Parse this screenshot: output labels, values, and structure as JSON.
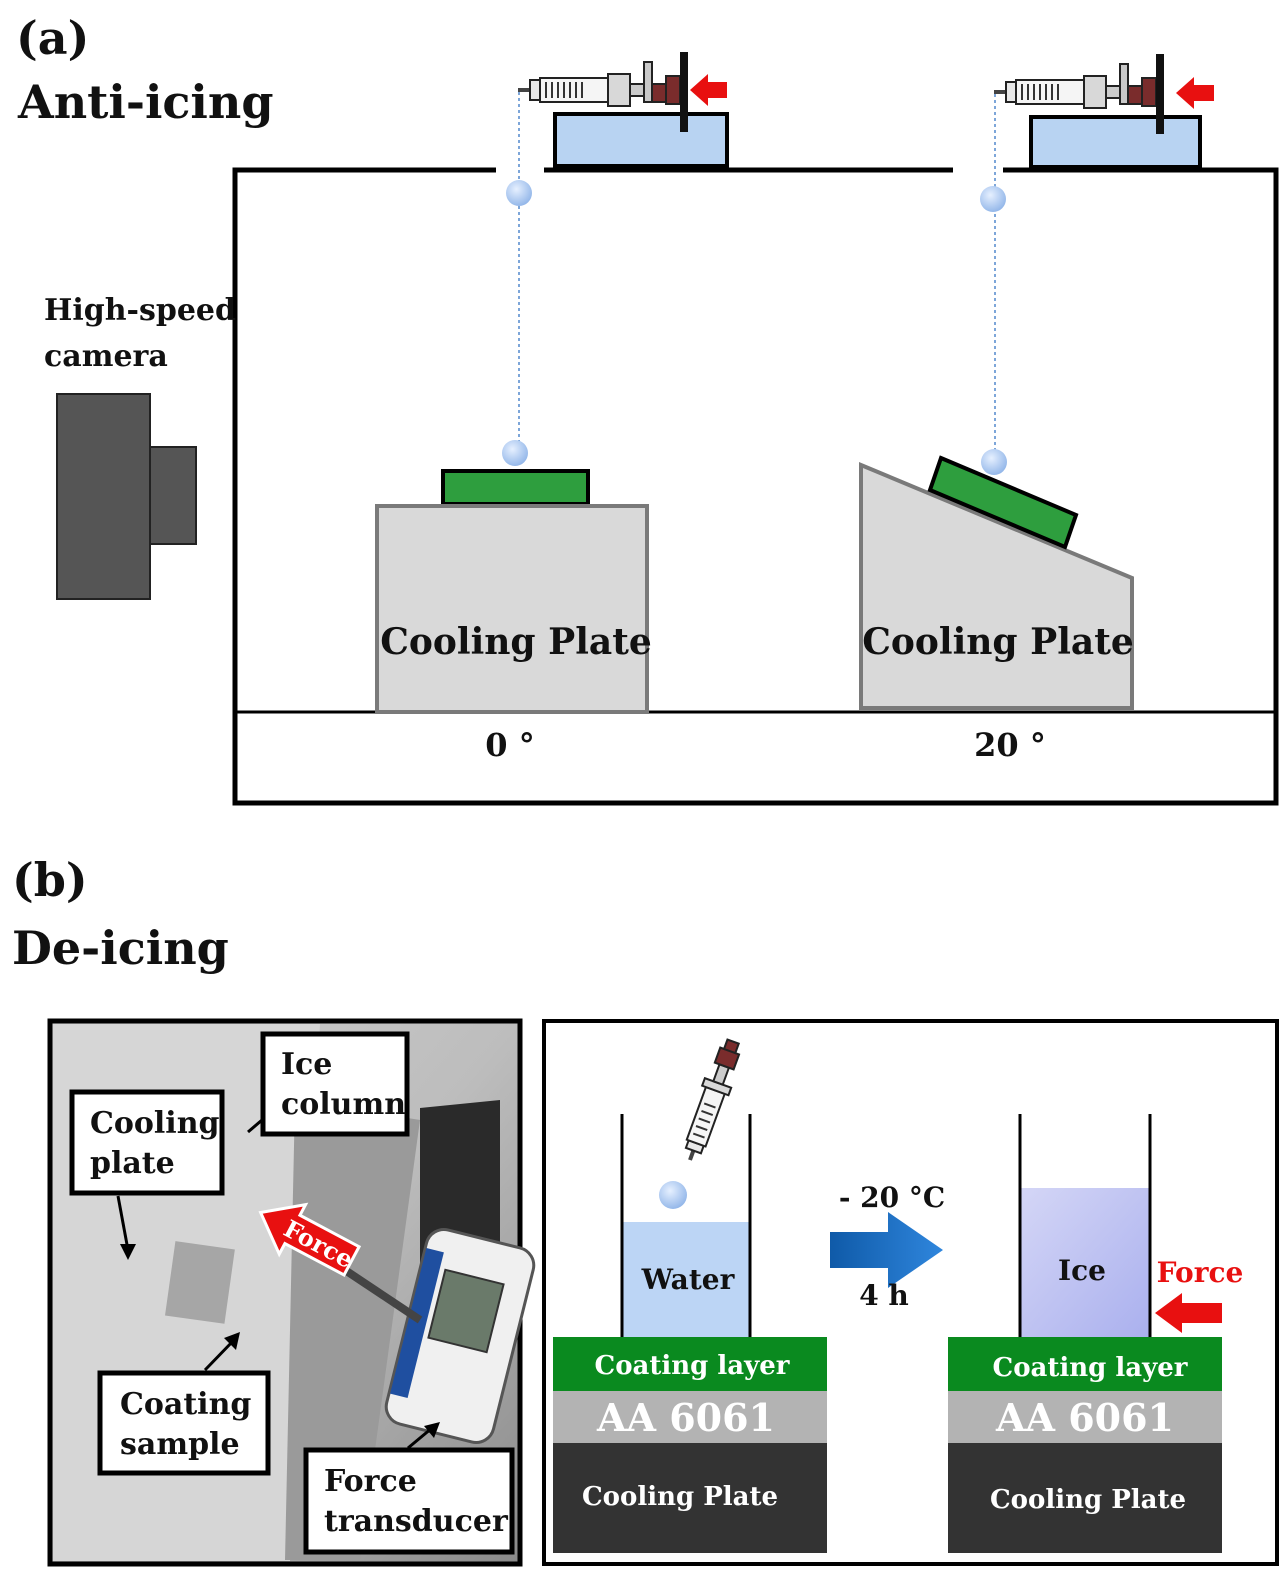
{
  "panel_a": {
    "label": "(a)",
    "title": "Anti-icing",
    "camera_label_line1": "High-speed",
    "camera_label_line2": "camera",
    "left_plate_label": "Cooling Plate",
    "right_plate_label": "Cooling Plate",
    "left_angle": "0 °",
    "right_angle": "20 °",
    "colors": {
      "sample": "#2e9e3e",
      "plate": "#d9d9d9",
      "stage": "#b8d3f2",
      "arrow": "#e81010",
      "camera": "#555555"
    }
  },
  "panel_b": {
    "label": "(b)",
    "title": "De-icing",
    "photo": {
      "callout_ice_line1": "Ice",
      "callout_ice_line2": "column",
      "callout_cooling_line1": "Cooling",
      "callout_cooling_line2": "plate",
      "callout_coating_line1": "Coating",
      "callout_coating_line2": "sample",
      "callout_force_line1": "Force",
      "callout_force_line2": "transducer",
      "force_arrow_label": "Force"
    },
    "schematic": {
      "water_label": "Water",
      "ice_label": "Ice",
      "force_label": "Force",
      "condition_temp": "- 20 °C",
      "condition_time": "4 h",
      "left_coating_label": "Coating layer",
      "left_substrate_label": "AA 6061",
      "left_plate_label": "Cooling Plate",
      "right_coating_label": "Coating layer",
      "right_substrate_label": "AA 6061",
      "right_plate_label": "Cooling Plate",
      "colors": {
        "coating": "#0a8a1f",
        "substrate": "#b3b3b3",
        "plate": "#333333",
        "water": "#bcd5f5",
        "ice": "#c3c7f2",
        "arrow": "#1466c0"
      }
    }
  }
}
